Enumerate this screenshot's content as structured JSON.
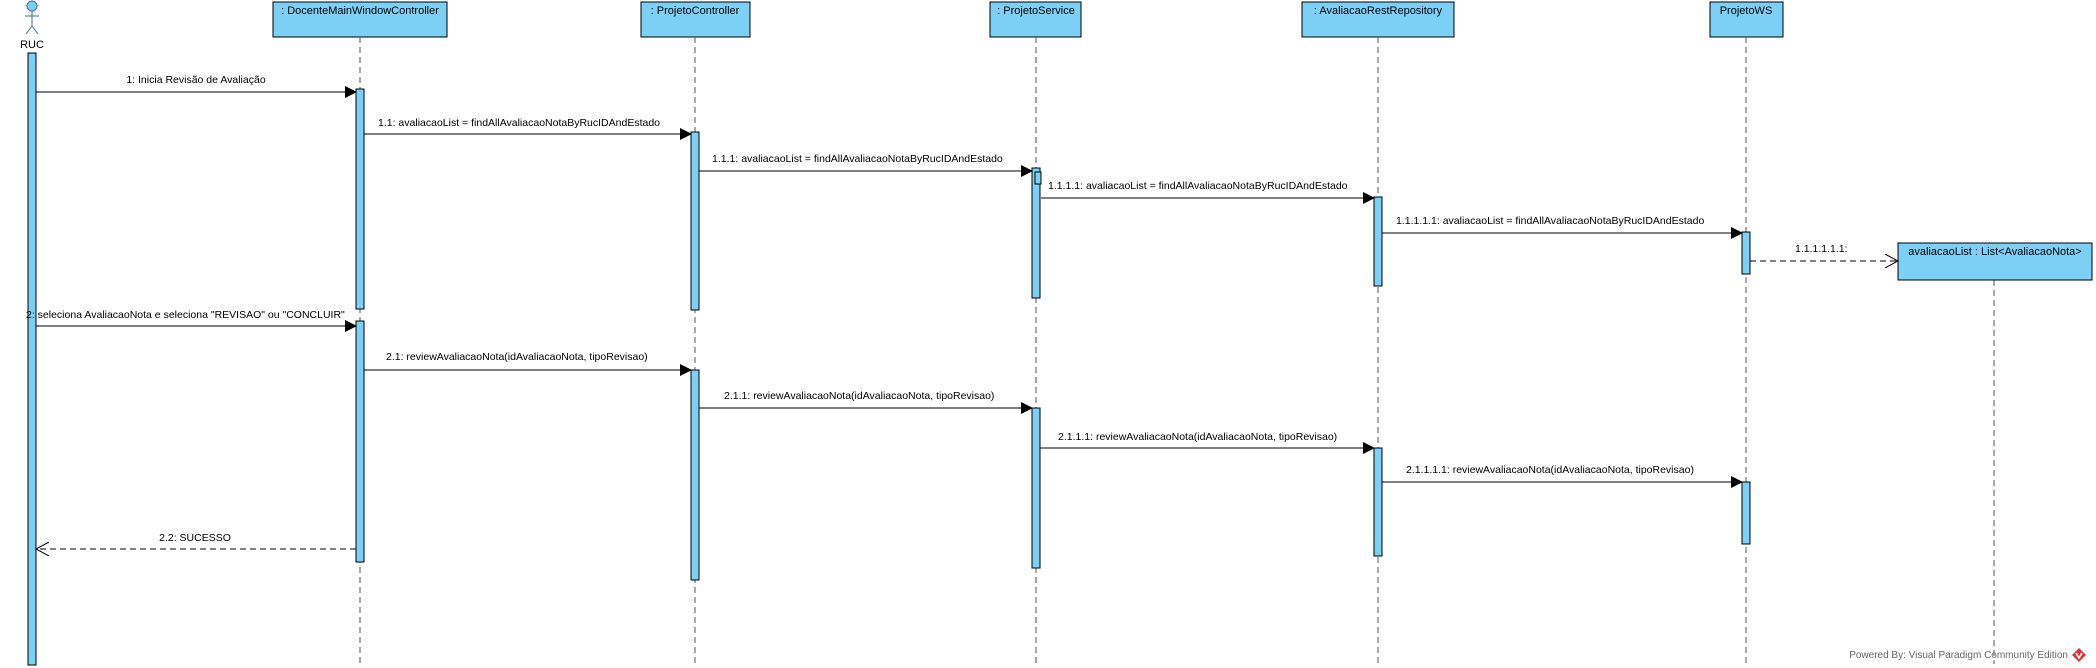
{
  "actor": {
    "name": "RUC"
  },
  "participants": [
    ": DocenteMainWindowController",
    ": ProjetoController",
    ": ProjetoService",
    ": AvaliacaoRestRepository",
    "ProjetoWS"
  ],
  "created_object": "avaliacaoList : List<AvaliacaoNota>",
  "messages": [
    "1: Inicia Revisão de Avaliação",
    "1.1: avaliacaoList  = findAllAvaliacaoNotaByRucIDAndEstado",
    "1.1.1: avaliacaoList  = findAllAvaliacaoNotaByRucIDAndEstado",
    "1.1.1.1: avaliacaoList  = findAllAvaliacaoNotaByRucIDAndEstado",
    "1.1.1.1.1: avaliacaoList  = findAllAvaliacaoNotaByRucIDAndEstado",
    "1.1.1.1.1.1:",
    "2: seleciona AvaliacaoNota e seleciona \"REVISAO\" ou \"CONCLUIR\"",
    "2.1: reviewAvaliacaoNota(idAvaliacaoNota, tipoRevisao)",
    "2.1.1: reviewAvaliacaoNota(idAvaliacaoNota, tipoRevisao)",
    "2.1.1.1: reviewAvaliacaoNota(idAvaliacaoNota, tipoRevisao)",
    "2.1.1.1.1: reviewAvaliacaoNota(idAvaliacaoNota, tipoRevisao)",
    "2.2: SUCESSO"
  ],
  "footer": {
    "text": "Powered By: Visual Paradigm Community Edition"
  },
  "colors": {
    "box_fill": "#7dd0f5",
    "activation_fill": "#7dd0f5",
    "stroke": "#000000",
    "lifeline": "#555555"
  }
}
